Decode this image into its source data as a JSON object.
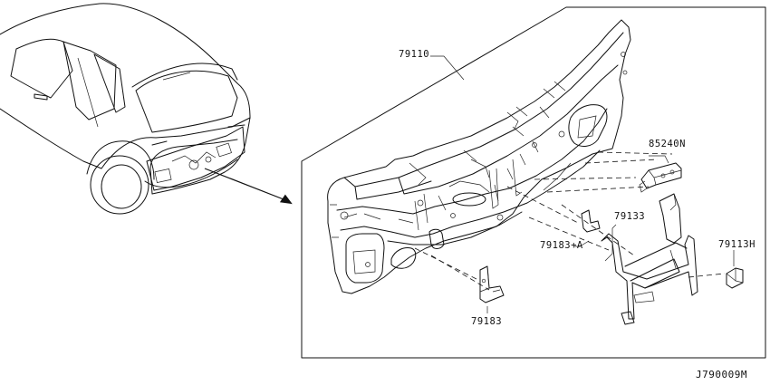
{
  "diagram": {
    "parts": [
      {
        "id": "79110",
        "label": "79110"
      },
      {
        "id": "85240N",
        "label": "85240N"
      },
      {
        "id": "79133",
        "label": "79133"
      },
      {
        "id": "79183A",
        "label": "79183+A"
      },
      {
        "id": "79113H",
        "label": "79113H"
      },
      {
        "id": "79183",
        "label": "79183"
      }
    ],
    "figure_code": "J790009M"
  }
}
